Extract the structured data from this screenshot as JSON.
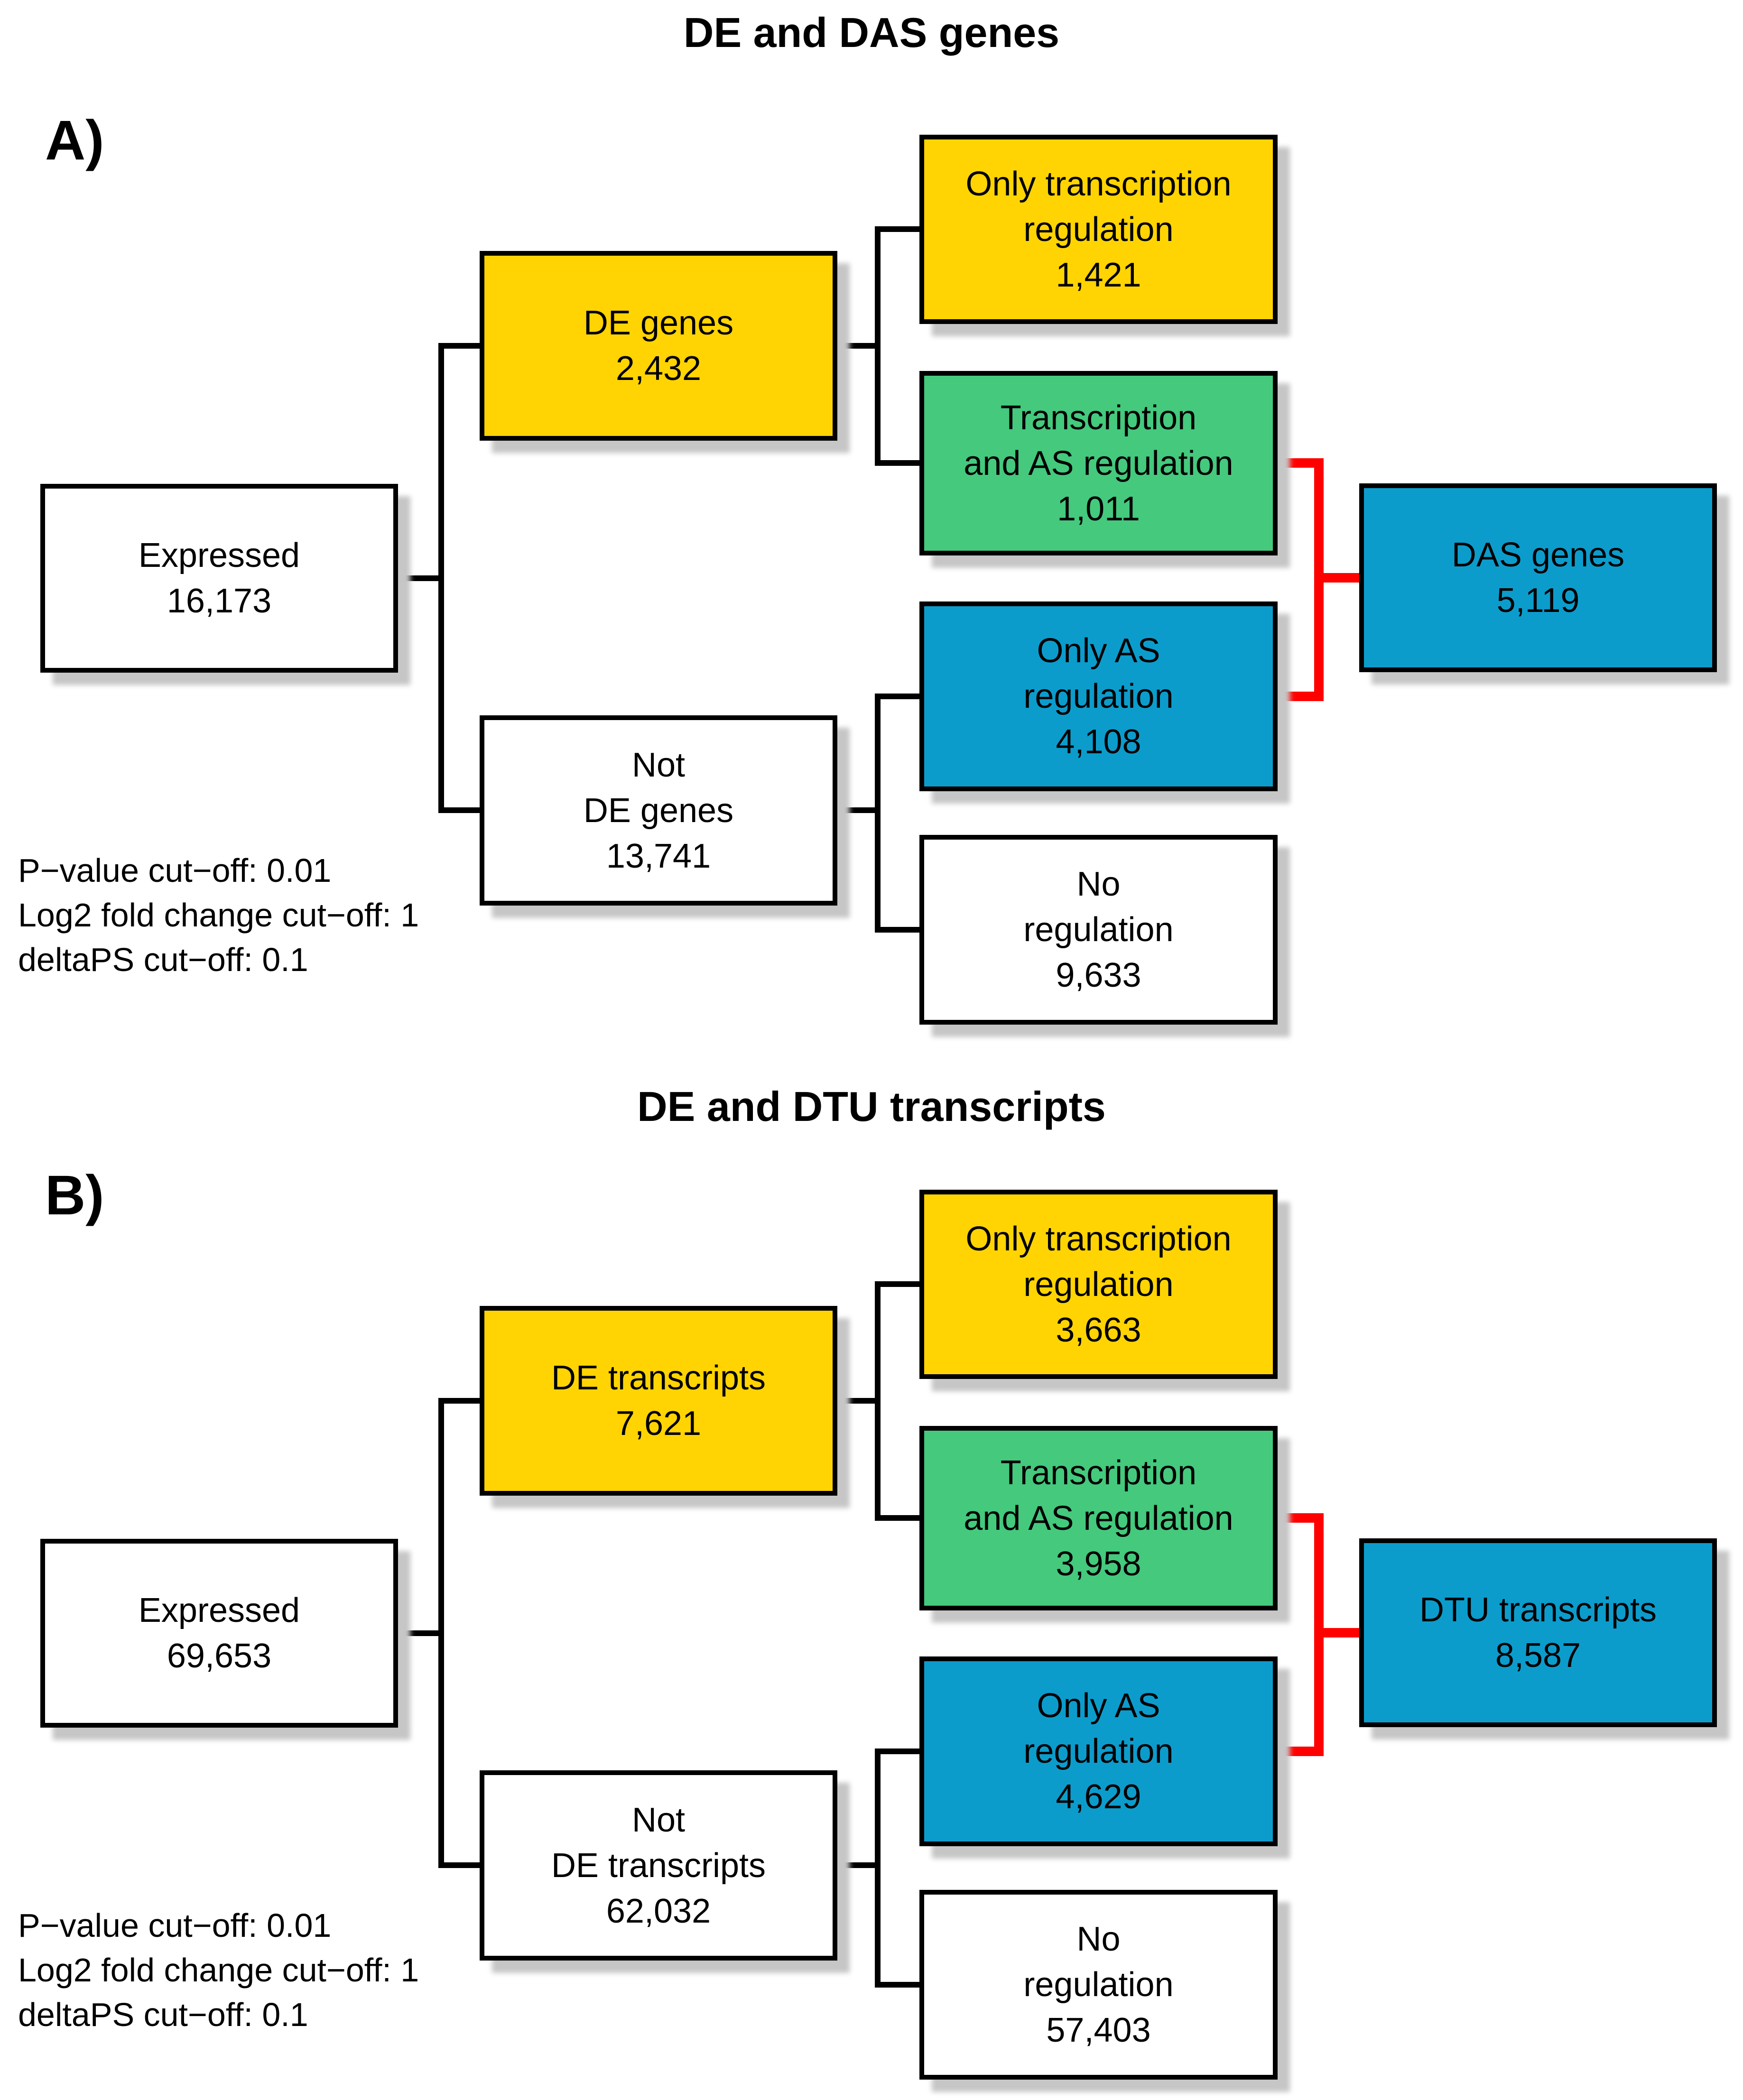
{
  "palette": {
    "yellow": "#FFD402",
    "green": "#44C97D",
    "blue": "#0C9CCC",
    "white": "#FFFFFF",
    "red": "#FF0000",
    "black": "#000000",
    "shadow": "#C6C6C6"
  },
  "panels": [
    {
      "id": "A",
      "label": "A)",
      "title": "DE and DAS genes",
      "nodes": {
        "expressed": {
          "lines": [
            "Expressed"
          ],
          "value": "16,173",
          "color": "white"
        },
        "de": {
          "lines": [
            "DE genes"
          ],
          "value": "2,432",
          "color": "yellow"
        },
        "not_de": {
          "lines": [
            "Not",
            "DE genes"
          ],
          "value": "13,741",
          "color": "white"
        },
        "only_tr": {
          "lines": [
            "Only transcription",
            "regulation"
          ],
          "value": "1,421",
          "color": "yellow"
        },
        "tr_as": {
          "lines": [
            "Transcription",
            "and AS regulation"
          ],
          "value": "1,011",
          "color": "green"
        },
        "only_as": {
          "lines": [
            "Only AS",
            "regulation"
          ],
          "value": "4,108",
          "color": "blue"
        },
        "no_reg": {
          "lines": [
            "No",
            "regulation"
          ],
          "value": "9,633",
          "color": "white"
        },
        "merged": {
          "lines": [
            "DAS genes"
          ],
          "value": "5,119",
          "color": "blue"
        }
      },
      "cutoffs": [
        "P−value cut−off: 0.01",
        "Log2 fold change cut−off: 1",
        "deltaPS cut−off: 0.1"
      ]
    },
    {
      "id": "B",
      "label": "B)",
      "title": "DE and DTU transcripts",
      "nodes": {
        "expressed": {
          "lines": [
            "Expressed"
          ],
          "value": "69,653",
          "color": "white"
        },
        "de": {
          "lines": [
            "DE transcripts"
          ],
          "value": "7,621",
          "color": "yellow"
        },
        "not_de": {
          "lines": [
            "Not",
            "DE transcripts"
          ],
          "value": "62,032",
          "color": "white"
        },
        "only_tr": {
          "lines": [
            "Only transcription",
            "regulation"
          ],
          "value": "3,663",
          "color": "yellow"
        },
        "tr_as": {
          "lines": [
            "Transcription",
            "and AS regulation"
          ],
          "value": "3,958",
          "color": "green"
        },
        "only_as": {
          "lines": [
            "Only AS",
            "regulation"
          ],
          "value": "4,629",
          "color": "blue"
        },
        "no_reg": {
          "lines": [
            "No",
            "regulation"
          ],
          "value": "57,403",
          "color": "white"
        },
        "merged": {
          "lines": [
            "DTU transcripts"
          ],
          "value": "8,587",
          "color": "blue"
        }
      },
      "cutoffs": [
        "P−value cut−off: 0.01",
        "Log2 fold change cut−off: 1",
        "deltaPS cut−off: 0.1"
      ]
    }
  ]
}
